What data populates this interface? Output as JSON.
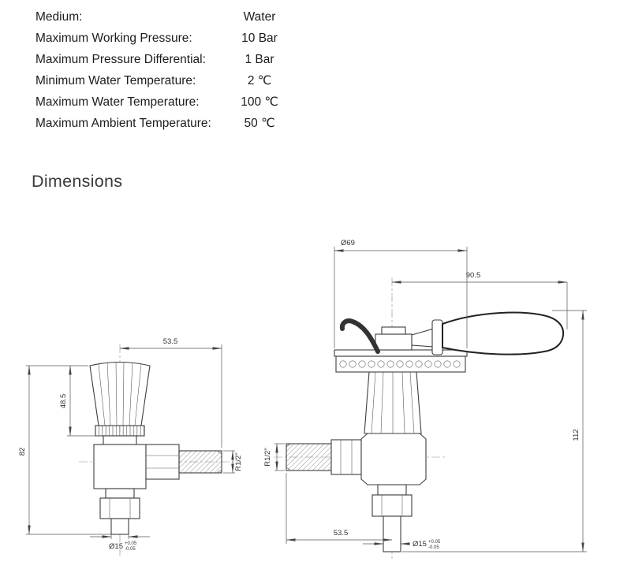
{
  "specs": {
    "rows": [
      {
        "label": "Medium:",
        "value": "Water"
      },
      {
        "label": "Maximum Working Pressure:",
        "value": "10 Bar"
      },
      {
        "label": "Maximum Pressure Differential:",
        "value": "1 Bar"
      },
      {
        "label": "Minimum Water Temperature:",
        "value": "2 ℃"
      },
      {
        "label": "Maximum Water Temperature:",
        "value": "100 ℃"
      },
      {
        "label": "Maximum Ambient Temperature:",
        "value": "50 ℃"
      }
    ]
  },
  "section": {
    "title": "Dimensions"
  },
  "drawing_left": {
    "dim_width": "53.5",
    "dim_head_height": "48.5",
    "dim_total_height": "82",
    "dim_thread": "R1/2\"",
    "dim_pipe": "Ø15",
    "tol_plus": "+0.05",
    "tol_minus": "-0.05"
  },
  "drawing_right": {
    "dim_rosette": "Ø69",
    "dim_lever": "90.5",
    "dim_total_height": "112",
    "dim_width": "53.5",
    "dim_thread": "R1/2\"",
    "dim_pipe": "Ø15",
    "tol_plus": "+0.05",
    "tol_minus": "-0.05"
  }
}
